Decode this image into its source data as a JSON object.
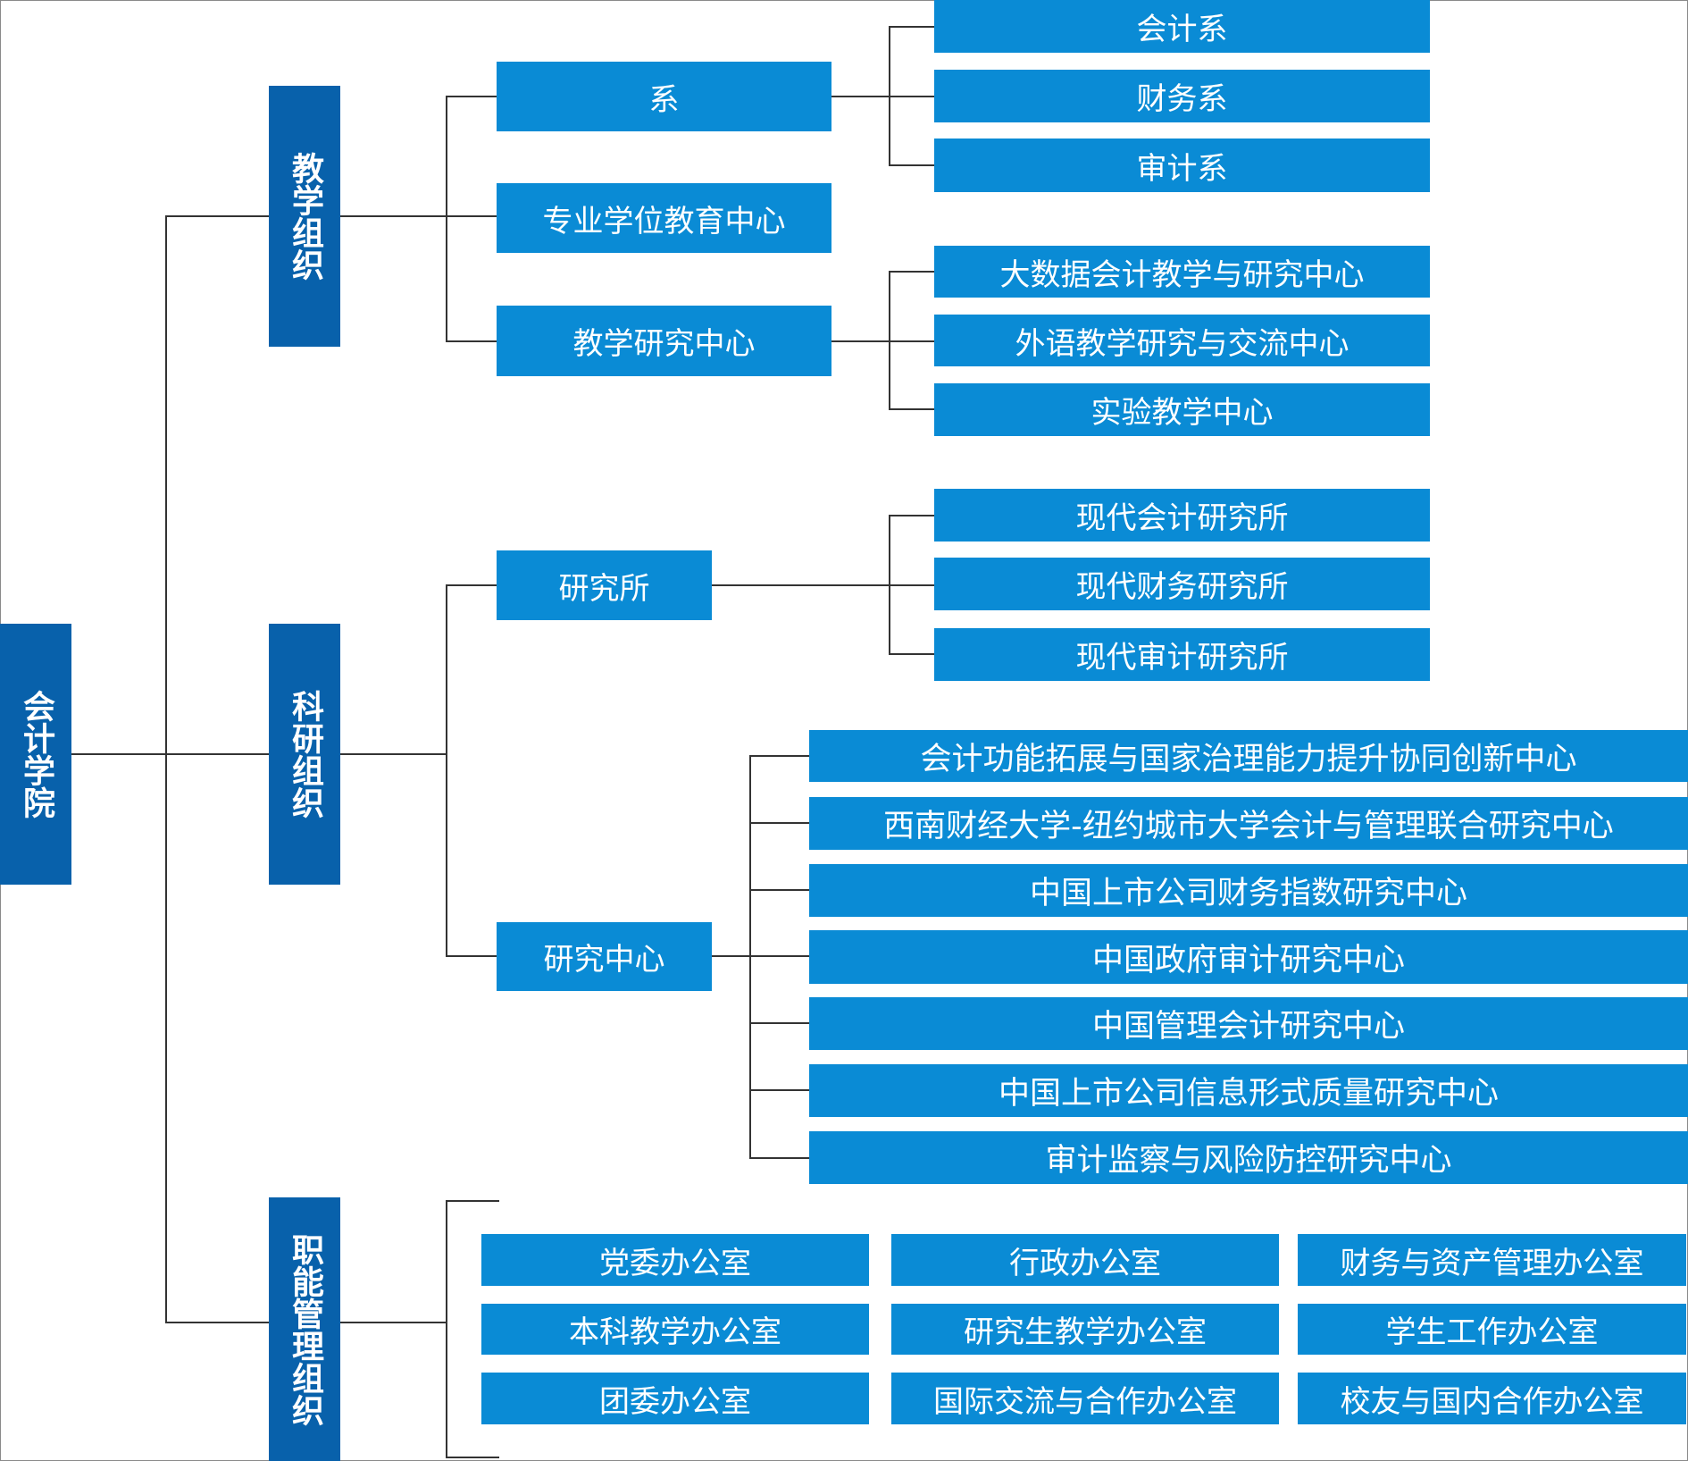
{
  "chart": {
    "root": "会计学院",
    "teaching": {
      "label": "教学组织",
      "children": [
        {
          "label": "系",
          "children": [
            "会计系",
            "财务系",
            "审计系"
          ]
        },
        {
          "label": "专业学位教育中心"
        },
        {
          "label": "教学研究中心",
          "children": [
            "大数据会计教学与研究中心",
            "外语教学研究与交流中心",
            "实验教学中心"
          ]
        }
      ]
    },
    "research": {
      "label": "科研组织",
      "institutes": {
        "label": "研究所",
        "children": [
          "现代会计研究所",
          "现代财务研究所",
          "现代审计研究所"
        ]
      },
      "centers": {
        "label": "研究中心",
        "children": [
          "会计功能拓展与国家治理能力提升协同创新中心",
          "西南财经大学-纽约城市大学会计与管理联合研究中心",
          "中国上市公司财务指数研究中心",
          "中国政府审计研究中心",
          "中国管理会计研究中心",
          "中国上市公司信息形式质量研究中心",
          "审计监察与风险防控研究中心"
        ]
      }
    },
    "admin": {
      "label": "职能管理组织",
      "offices": [
        "党委办公室",
        "行政办公室",
        "财务与资产管理办公室",
        "本科教学办公室",
        "研究生教学办公室",
        "学生工作办公室",
        "团委办公室",
        "国际交流与合作办公室",
        "校友与国内合作办公室"
      ]
    }
  },
  "colors": {
    "level1": "#0861ab",
    "level2": "#0a8bd5",
    "connector": "#333333",
    "text": "#ffffff"
  }
}
